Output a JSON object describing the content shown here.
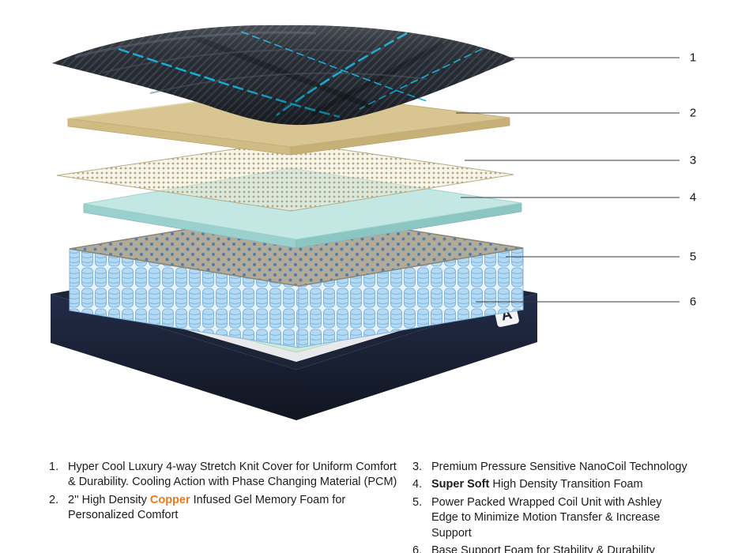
{
  "diagram": {
    "callouts": [
      {
        "number": "1"
      },
      {
        "number": "2"
      },
      {
        "number": "3"
      },
      {
        "number": "4"
      },
      {
        "number": "5"
      },
      {
        "number": "6"
      }
    ],
    "logo": "A",
    "colors": {
      "cover_dark": "#262b33",
      "cover_accent_cyan": "#17b1d6",
      "memory_foam_tan": "#d8c591",
      "nanocoil_beige": "#b3a67f",
      "transition_foam_blue": "#c3e8e4",
      "coil_blue": "#b3d9f3",
      "base_navy": "#1c2438",
      "deck_mint": "#cfe9d9",
      "frame_white": "#e9e9ec"
    }
  },
  "legend": {
    "left": [
      {
        "number": "1.",
        "parts": [
          {
            "text": "Hyper Cool Luxury 4-way Stretch Knit Cover for Uniform Comfort & Durability. Cooling Action with Phase Changing Material (PCM)"
          }
        ]
      },
      {
        "number": "2.",
        "parts": [
          {
            "text": "2'' High Density "
          },
          {
            "text": "Copper"
          },
          {
            "text": " Infused Gel Memory Foam for Personalized Comfort"
          }
        ]
      }
    ],
    "right": [
      {
        "number": "3.",
        "parts": [
          {
            "text": "Premium Pressure Sensitive NanoCoil Technology"
          }
        ]
      },
      {
        "number": "4.",
        "parts": [
          {
            "text": "Super Soft"
          },
          {
            "text": " High Density Transition Foam"
          }
        ]
      },
      {
        "number": "5.",
        "parts": [
          {
            "text": "Power Packed Wrapped Coil Unit with Ashley Edge to Minimize Motion Transfer & Increase Support"
          }
        ]
      },
      {
        "number": "6.",
        "parts": [
          {
            "text": "Base Support Foam for Stability & Durability"
          }
        ]
      }
    ]
  }
}
